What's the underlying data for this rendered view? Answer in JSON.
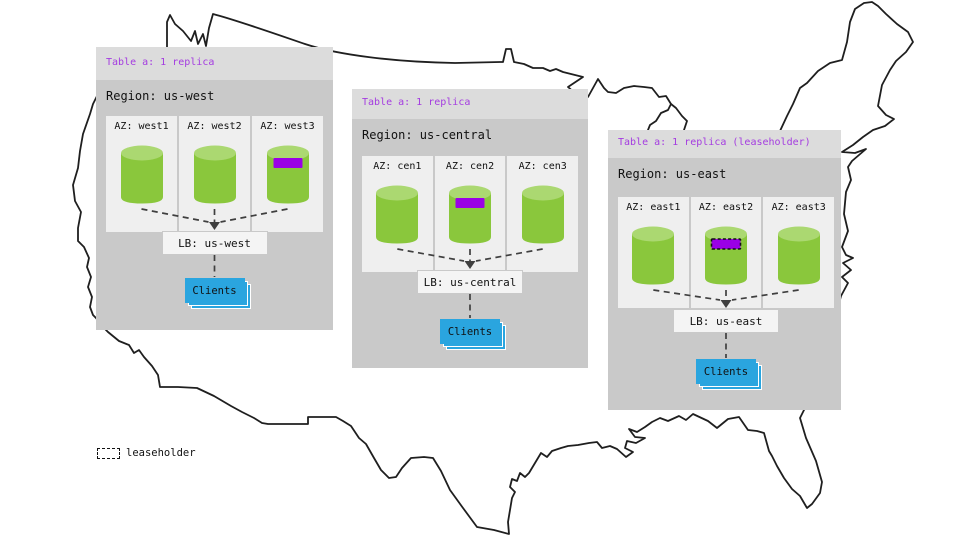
{
  "colors": {
    "panel_band": "#dcdcdc",
    "region_bg": "#c9c9c9",
    "az_bg": "#efefef",
    "cylinder_body": "#8ac73c",
    "cylinder_top": "#abd871",
    "replica_purple": "#9a00e6",
    "table_title_purple": "#a43ce0",
    "clients_blue": "#2aa5df",
    "map_stroke": "#1f1f1f"
  },
  "legend": {
    "label": "leaseholder"
  },
  "regions": [
    {
      "id": "us-west",
      "table_label": "Table a: 1 replica",
      "region_label": "Region: us-west",
      "azs": [
        {
          "label": "AZ: west1",
          "replica": false,
          "leaseholder": false
        },
        {
          "label": "AZ: west2",
          "replica": false,
          "leaseholder": false
        },
        {
          "label": "AZ: west3",
          "replica": true,
          "leaseholder": false
        }
      ],
      "lb_label": "LB: us-west",
      "clients_label": "Clients"
    },
    {
      "id": "us-central",
      "table_label": "Table a: 1 replica",
      "region_label": "Region: us-central",
      "azs": [
        {
          "label": "AZ: cen1",
          "replica": false,
          "leaseholder": false
        },
        {
          "label": "AZ: cen2",
          "replica": true,
          "leaseholder": false
        },
        {
          "label": "AZ: cen3",
          "replica": false,
          "leaseholder": false
        }
      ],
      "lb_label": "LB: us-central",
      "clients_label": "Clients"
    },
    {
      "id": "us-east",
      "table_label": "Table a: 1 replica (leaseholder)",
      "region_label": "Region: us-east",
      "azs": [
        {
          "label": "AZ: east1",
          "replica": false,
          "leaseholder": false
        },
        {
          "label": "AZ: east2",
          "replica": true,
          "leaseholder": true
        },
        {
          "label": "AZ: east3",
          "replica": false,
          "leaseholder": false
        }
      ],
      "lb_label": "LB: us-east",
      "clients_label": "Clients"
    }
  ]
}
